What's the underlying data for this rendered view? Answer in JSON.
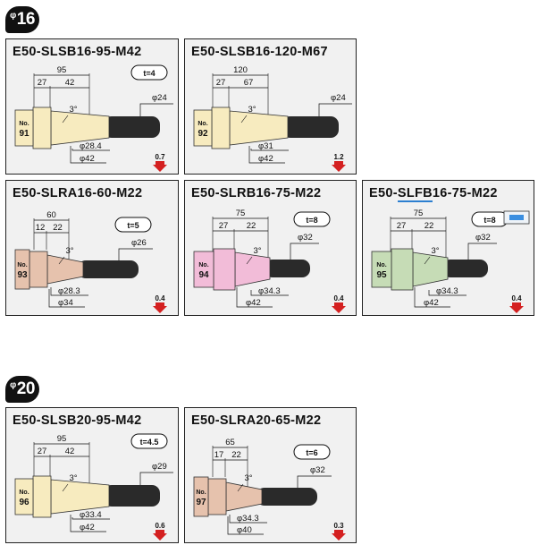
{
  "sections": [
    {
      "symbol": "φ",
      "size": "16"
    },
    {
      "symbol": "φ",
      "size": "20"
    }
  ],
  "cards": [
    {
      "title": "E50-SLSB16-95-M42",
      "no_label": "No.",
      "no": "91",
      "t": "t=4",
      "dims": [
        "95",
        "27",
        "42",
        "3°",
        "φ24",
        "φ28.4",
        "φ42"
      ],
      "arrow": "0.7",
      "color": "#f7ebbf"
    },
    {
      "title": "E50-SLSB16-120-M67",
      "no_label": "No.",
      "no": "92",
      "t": "",
      "dims": [
        "120",
        "27",
        "67",
        "3°",
        "φ24",
        "φ31",
        "φ42"
      ],
      "arrow": "1.2",
      "color": "#f7ebbf"
    },
    {
      "title": "E50-SLRA16-60-M22",
      "no_label": "No.",
      "no": "93",
      "t": "t=5",
      "dims": [
        "60",
        "12",
        "22",
        "3°",
        "φ26",
        "φ28.3",
        "φ34"
      ],
      "arrow": "0.4",
      "color": "#e6c2ad"
    },
    {
      "title": "E50-SLRB16-75-M22",
      "no_label": "No.",
      "no": "94",
      "t": "t=8",
      "dims": [
        "75",
        "27",
        "22",
        "3°",
        "φ32",
        "φ34.3",
        "φ42"
      ],
      "arrow": "0.4",
      "color": "#f2bcd8"
    },
    {
      "title_parts": [
        "E50-",
        "SLFB",
        "16-75-M22"
      ],
      "no_label": "No.",
      "no": "95",
      "t": "t=8",
      "dims": [
        "75",
        "27",
        "22",
        "3°",
        "φ32",
        "φ34.3",
        "φ42"
      ],
      "arrow": "0.4",
      "color": "#c6dcb6"
    },
    {
      "title": "E50-SLSB20-95-M42",
      "no_label": "No.",
      "no": "96",
      "t": "t=4.5",
      "dims": [
        "95",
        "27",
        "42",
        "3°",
        "φ29",
        "φ33.4",
        "φ42"
      ],
      "arrow": "0.6",
      "color": "#f7ebbf"
    },
    {
      "title": "E50-SLRA20-65-M22",
      "no_label": "No.",
      "no": "97",
      "t": "t=6",
      "dims": [
        "65",
        "17",
        "22",
        "3°",
        "φ32",
        "φ34.3",
        "φ40"
      ],
      "arrow": "0.3",
      "color": "#e6c2ad"
    }
  ],
  "colors": {
    "arrow": "#d42020",
    "blue_underline": "#2c7fd0",
    "shaft": "#2a2a2a"
  }
}
